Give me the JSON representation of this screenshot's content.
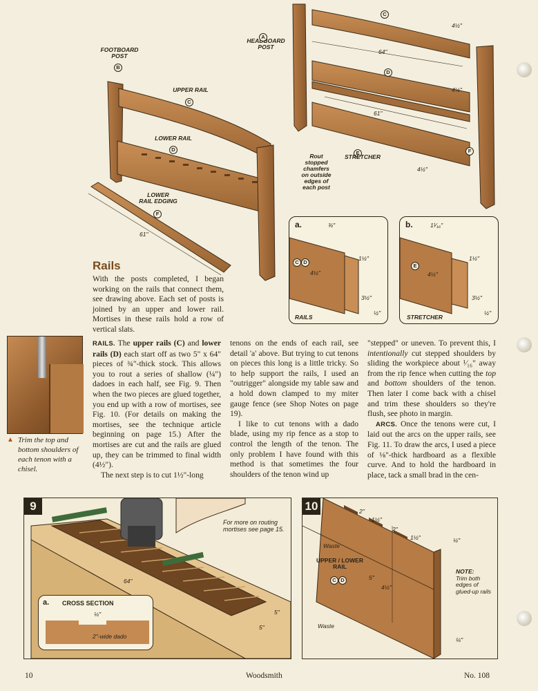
{
  "drawing": {
    "footboard_post": "FOOTBOARD\nPOST",
    "footboard_post_letter": "B",
    "headboard_post": "HEADBOARD\nPOST",
    "headboard_post_letter": "A",
    "upper_rail": "UPPER RAIL",
    "upper_rail_letter": "C",
    "lower_rail": "LOWER RAIL",
    "lower_rail_letter": "D",
    "lower_rail_edging": "LOWER\nRAIL EDGING",
    "lower_rail_edging_letter": "F",
    "stretcher": "STRETCHER",
    "stretcher_letter": "E",
    "rout_note": "Rout\nstopped\nchamfers\non outside\nedges of\neach post",
    "dims": {
      "d_61_left": "61\"",
      "d_64": "64\"",
      "d_61_right": "61\"",
      "d_4half_top": "4½\"",
      "d_4half_mid": "4½\"",
      "d_4half_bot": "4½\""
    }
  },
  "detail_a": {
    "letter": "a.",
    "label": "RAILS",
    "letters": [
      "C",
      "D"
    ],
    "d_3q": "¾\"",
    "d_1half": "1½\"",
    "d_4half": "4½\"",
    "d_3half": "3½\"",
    "d_half": "½\""
  },
  "detail_b": {
    "letter": "b.",
    "label": "STRETCHER",
    "letter_e": "E",
    "d_1_1_16": "1¹⁄₁₆\"",
    "d_1half": "1½\"",
    "d_4half": "4½\"",
    "d_3half": "3½\"",
    "d_half": "½\""
  },
  "rails": {
    "heading": "Rails",
    "intro": "With the posts completed, I began working on the rails that connect them, see drawing above. Each set of posts is joined by an upper and lower rail. Mortises in these rails hold a row of vertical slats.",
    "p1_runin": "RAILS.",
    "p1_a": " The ",
    "p1_b1": "upper rails (C)",
    "p1_c": " and ",
    "p1_b2": "lower rails (D)",
    "p1_d": " each start off as two 5\" x 64\" pieces of ¾\"-thick stock. This allows you to rout a series of shallow (¼\") dadoes in each half, see Fig. 9. Then when the two pieces are glued together, you end up with a row of mortises, see Fig. 10. (For details on making the mortises, see the technique article beginning on page 15.) After the mortises are cut and the rails are glued up, they can be trimmed to final width (4½\").",
    "p2": "The next step is to cut 1½\"-long",
    "col2": "tenons on the ends of each rail, see detail 'a' above. But trying to cut tenons on pieces this long is a little tricky. So to help support the rails, I used an \"outrigger\" alongside my table saw and a hold down clamped to my miter gauge fence (see Shop Notes on page 19).",
    "col2_p2": "I like to cut tenons with a dado blade, using my rip fence as a stop to control the length of the tenon. The only problem I have found with this method is that sometimes the four shoulders of the tenon wind up",
    "col3_a": "\"stepped\" or uneven. To prevent this, I ",
    "col3_em": "intentionally",
    "col3_b": " cut stepped shoulders by sliding the workpiece about ¹⁄₁₆\" away from the rip fence when cutting the ",
    "col3_top": "top",
    "col3_c": " and ",
    "col3_bottom": "bottom",
    "col3_d": " shoulders of the tenon. Then later I come back with a chisel and trim these shoulders so they're flush, see photo in margin.",
    "col3_runin": "ARCS.",
    "col3_p2": " Once the tenons were cut, I laid out the arcs on the upper rails, see Fig. 11. To draw the arcs, I used a piece of ⅛\"-thick hardboard as a flexible curve. And to hold the hardboard in place, tack a small brad in the cen-"
  },
  "margin": {
    "caption": "Trim the top and bottom shoulders of each tenon with a chisel."
  },
  "fig9": {
    "number": "9",
    "note": "For more on routing mortises see page 15.",
    "d_64": "64\"",
    "d_5a": "5\"",
    "d_5b": "5\"",
    "inset_letter": "a.",
    "inset_title": "CROSS SECTION",
    "inset_quarter": "¼\"",
    "inset_dado": "2\"-wide dado"
  },
  "fig10": {
    "number": "10",
    "d_2a": "2\"",
    "d_1half_a": "1½\"",
    "d_2b": "2\"",
    "d_1half_b": "1½\"",
    "d_quarter_top": "¼\"",
    "waste_top": "Waste",
    "label": "UPPER / LOWER\nRAIL",
    "letters": [
      "C",
      "D"
    ],
    "d_5": "5\"",
    "d_4half": "4½\"",
    "waste_bottom": "Waste",
    "note_title": "NOTE:",
    "note": "Trim both edges of glued-up rails",
    "d_quarter_bot": "¼\""
  },
  "footer": {
    "page": "10",
    "magazine": "Woodsmith",
    "issue": "No. 108"
  },
  "colors": {
    "wood": "#b77b45",
    "wood_dark": "#8c5a2e",
    "heading": "#7a4a1c"
  }
}
